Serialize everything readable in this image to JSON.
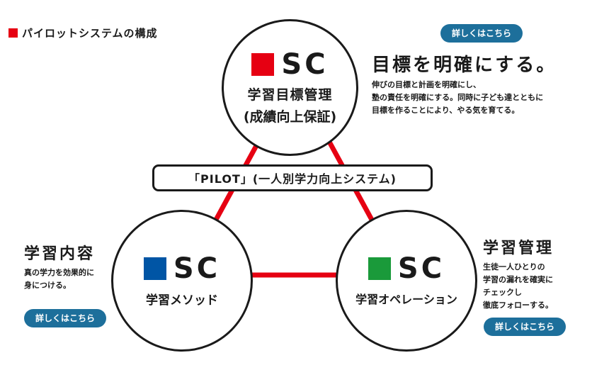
{
  "section_title": "パイロットシステムの構成",
  "colors": {
    "red": "#e60012",
    "blue": "#0055a5",
    "green": "#1a9a3a",
    "button": "#1d6f9b",
    "connector": "#e60012"
  },
  "detail_button_label": "詳しくはこちら",
  "pilot_banner": "「PILOT」(一人別学力向上システム)",
  "top_circle": {
    "sc": "SC",
    "line1": "学習目標管理",
    "line2": "(成績向上保証)"
  },
  "left_circle": {
    "sc": "SC",
    "label": "学習メソッド"
  },
  "right_circle": {
    "sc": "SC",
    "label": "学習オペレーション"
  },
  "top_block": {
    "heading": "目標を明確にする。",
    "lines": [
      "伸びの目標と計画を明確にし、",
      "塾の責任を明確にする。同時に子ども達とともに",
      "目標を作ることにより、やる気を育てる。"
    ]
  },
  "left_block": {
    "heading": "学習内容",
    "lines": [
      "真の学力を効果的に",
      "身につける。"
    ]
  },
  "right_block": {
    "heading": "学習管理",
    "lines": [
      "生徒一人ひとりの",
      "学習の漏れを確実に",
      "チェックし",
      "徹底フォローする。"
    ]
  }
}
